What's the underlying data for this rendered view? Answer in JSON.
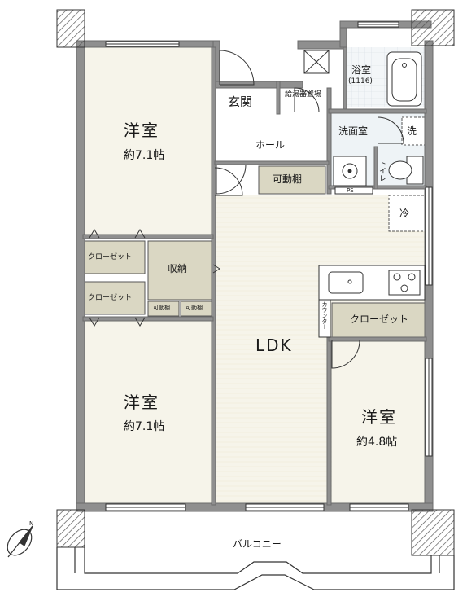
{
  "rooms": {
    "western_room_top": {
      "name": "洋室",
      "size": "約7.1帖"
    },
    "western_room_bottom": {
      "name": "洋室",
      "size": "約7.1帖"
    },
    "western_room_right": {
      "name": "洋室",
      "size": "約4.8帖"
    },
    "ldk": {
      "name": "LDK"
    },
    "entrance": {
      "name": "玄関"
    },
    "hall": {
      "name": "ホール"
    },
    "water_heater": {
      "name": "給湯器置場"
    },
    "bathroom": {
      "name": "浴室",
      "code": "(1116)"
    },
    "washroom": {
      "name": "洗面室"
    },
    "washer": {
      "name": "洗"
    },
    "toilet": {
      "name": "トイレ"
    },
    "ps": {
      "name": "PS"
    },
    "movable_shelf_hall": {
      "name": "可動棚"
    },
    "fridge": {
      "name": "冷"
    },
    "closet_1": {
      "name": "クローゼット"
    },
    "closet_2": {
      "name": "クローゼット"
    },
    "closet_3": {
      "name": "クローゼット"
    },
    "storage": {
      "name": "収納"
    },
    "storage_shelf_1": {
      "name": "可動棚"
    },
    "storage_shelf_2": {
      "name": "可動棚"
    },
    "counter": {
      "name": "カウンター"
    },
    "balcony": {
      "name": "バルコニー"
    }
  },
  "compass": {
    "label": "N"
  },
  "colors": {
    "wall": "#8f8f8f",
    "wall_stroke": "#6b6b6b",
    "floor_wood": "#f6f4ea",
    "closet": "#dad7c3",
    "wet": "#eef3f6",
    "line": "#444444"
  }
}
